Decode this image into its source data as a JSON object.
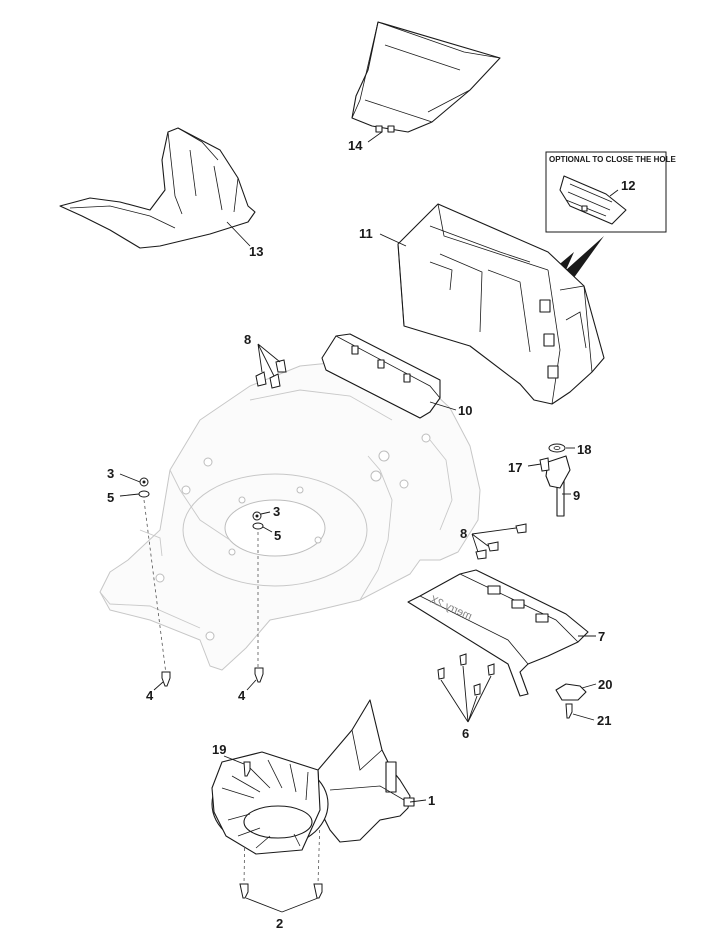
{
  "parts": [
    {
      "number": "1"
    },
    {
      "number": "2"
    },
    {
      "number": "3"
    },
    {
      "number": "4"
    },
    {
      "number": "5"
    },
    {
      "number": "6"
    },
    {
      "number": "7"
    },
    {
      "number": "8"
    },
    {
      "number": "9"
    },
    {
      "number": "10"
    },
    {
      "number": "11"
    },
    {
      "number": "12"
    },
    {
      "number": "13"
    },
    {
      "number": "14"
    },
    {
      "number": "17"
    },
    {
      "number": "18"
    },
    {
      "number": "19"
    },
    {
      "number": "20"
    },
    {
      "number": "21"
    }
  ],
  "labels": {
    "n1": "1",
    "n2": "2",
    "n3a": "3",
    "n3b": "3",
    "n4a": "4",
    "n4b": "4",
    "n5a": "5",
    "n5b": "5",
    "n6": "6",
    "n7": "7",
    "n8a": "8",
    "n8b": "8",
    "n9": "9",
    "n10": "10",
    "n11": "11",
    "n12": "12",
    "n13": "13",
    "n14": "14",
    "n17": "17",
    "n18": "18",
    "n19": "19",
    "n20": "20",
    "n21": "21"
  },
  "optional_box": {
    "title": "OPTIONAL TO CLOSE THE HOLE"
  },
  "deck_marking": "merry 2X"
}
